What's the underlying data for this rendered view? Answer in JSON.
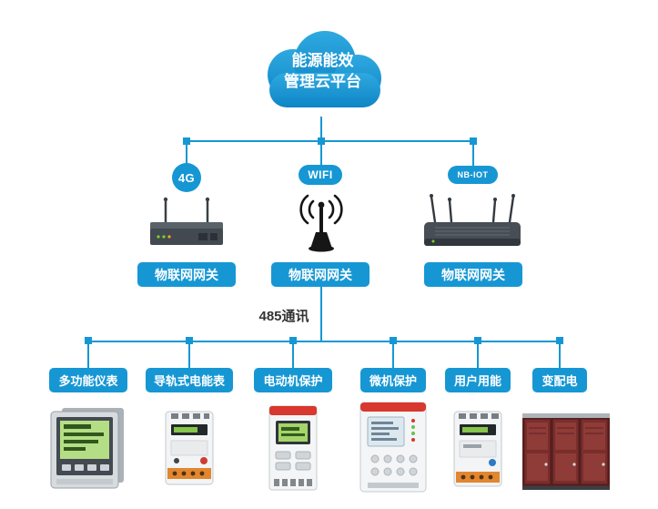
{
  "cloud": {
    "line1": "能源能效",
    "line2": "管理云平台"
  },
  "gateways": [
    {
      "badge": "4G",
      "label": "物联网网关",
      "icon": "router-4g"
    },
    {
      "badge": "WIFI",
      "label": "物联网网关",
      "icon": "wifi-antenna"
    },
    {
      "badge": "NB-IOT",
      "label": "物联网网关",
      "icon": "router-nb-iot"
    }
  ],
  "bus": {
    "label": "485通讯"
  },
  "devices": [
    {
      "label": "多功能仪表",
      "icon": "panel-meter"
    },
    {
      "label": "导轨式电能表",
      "icon": "din-rail-meter"
    },
    {
      "label": "电动机保护",
      "icon": "motor-protector"
    },
    {
      "label": "微机保护",
      "icon": "protection-relay"
    },
    {
      "label": "用户用能",
      "icon": "user-energy-meter"
    },
    {
      "label": "变配电",
      "icon": "switchgear-cabinets"
    }
  ],
  "colors": {
    "primary": "#1697d4",
    "text": "#333333",
    "cloud_top": "#2fa9e0",
    "cloud_bottom": "#0e85c6"
  }
}
